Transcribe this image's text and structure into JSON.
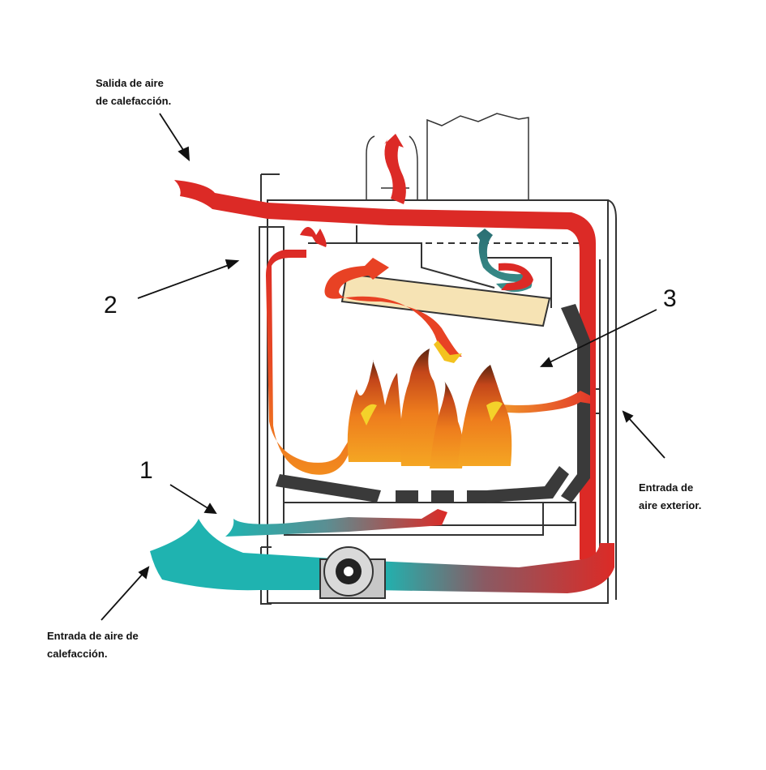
{
  "labels": {
    "outlet_line1": "Salida de aire",
    "outlet_line2": "de calefacción.",
    "inlet_line1": "Entrada de aire  de",
    "inlet_line2": "calefacción.",
    "exterior_line1": "Entrada de",
    "exterior_line2": "aire exterior."
  },
  "callouts": {
    "n1": "1",
    "n2": "2",
    "n3": "3"
  },
  "colors": {
    "hot_air": "#dc2a26",
    "cold_air": "#1fb3b0",
    "flame": "#f08a1c",
    "flame_core": "#f4d22a",
    "steel": "#3a3a3a",
    "baffle": "#f6e3b4"
  }
}
